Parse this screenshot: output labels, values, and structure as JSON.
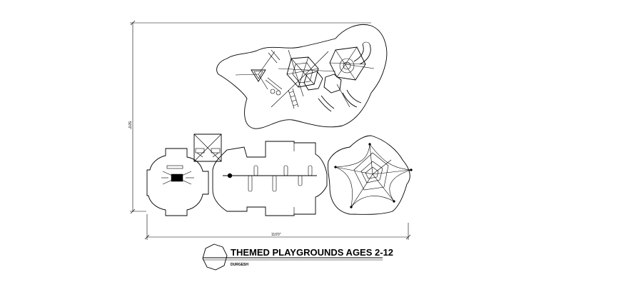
{
  "title": "THEMED PLAYGROUNDS AGES 2-12",
  "subtitle": "DURGESH",
  "dimension_horizontal": "110'0\"",
  "dimension_vertical": "50'0\""
}
